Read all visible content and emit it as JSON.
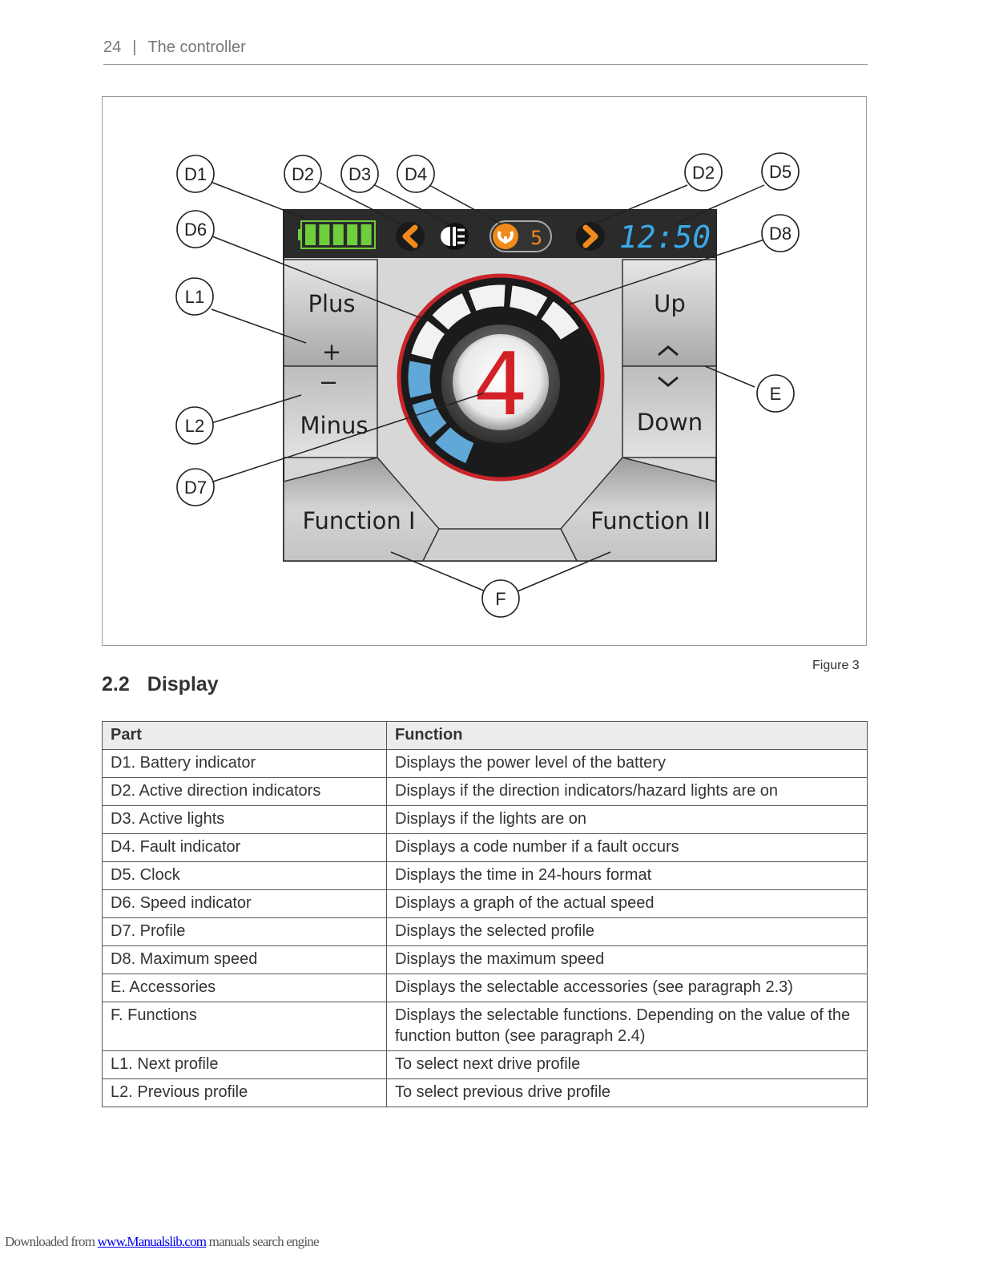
{
  "header": {
    "page_number": "24",
    "separator": "|",
    "chapter": "The controller"
  },
  "figure": {
    "caption": "Figure 3",
    "labels": {
      "d1": "D1",
      "d2_left": "D2",
      "d3": "D3",
      "d4": "D4",
      "d2_right": "D2",
      "d5": "D5",
      "d6": "D6",
      "d8": "D8",
      "l1": "L1",
      "e": "E",
      "l2": "L2",
      "d7": "D7",
      "f": "F"
    },
    "display": {
      "fault_code": "5",
      "clock": "12:50",
      "profile_number": "4",
      "battery_bars": 5,
      "speed_segments_total": 8,
      "speed_segments_active": 3,
      "colors": {
        "battery": "#6fce3c",
        "direction": "#f08a1a",
        "clock": "#39a9e8",
        "speed_active": "#5fa8d8",
        "profile": "#d42128",
        "ring": "#c8242a"
      }
    },
    "buttons": {
      "plus_label": "Plus",
      "plus_symbol": "+",
      "minus_symbol": "−",
      "minus_label": "Minus",
      "up_label": "Up",
      "up_symbol": "^",
      "down_symbol": "v",
      "down_label": "Down",
      "function1_label": "Function I",
      "function2_label": "Function II"
    }
  },
  "section": {
    "number": "2.2",
    "title": "Display"
  },
  "table": {
    "headers": [
      "Part",
      "Function"
    ],
    "rows": [
      [
        "D1. Battery indicator",
        "Displays the power level of the battery"
      ],
      [
        "D2. Active direction indicators",
        "Displays if the direction indicators/hazard lights are on"
      ],
      [
        "D3. Active lights",
        "Displays if the lights are on"
      ],
      [
        "D4. Fault indicator",
        "Displays a code number if a fault occurs"
      ],
      [
        "D5. Clock",
        "Displays the time in 24-hours format"
      ],
      [
        "D6. Speed indicator",
        "Displays a graph of the actual speed"
      ],
      [
        "D7. Profile",
        "Displays the selected profile"
      ],
      [
        "D8. Maximum speed",
        "Displays the maximum speed"
      ],
      [
        "E.   Accessories",
        "Displays the selectable accessories (see paragraph 2.3)"
      ],
      [
        "F.    Functions",
        "Displays the selectable functions. Depending on the value of the function button (see paragraph 2.4)"
      ],
      [
        "L1. Next profile",
        "To select next drive profile"
      ],
      [
        "L2. Previous profile",
        "To select previous drive profile"
      ]
    ]
  },
  "footer": {
    "prefix": "Downloaded from ",
    "link_text": "www.Manualslib.com",
    "suffix": " manuals search engine"
  }
}
